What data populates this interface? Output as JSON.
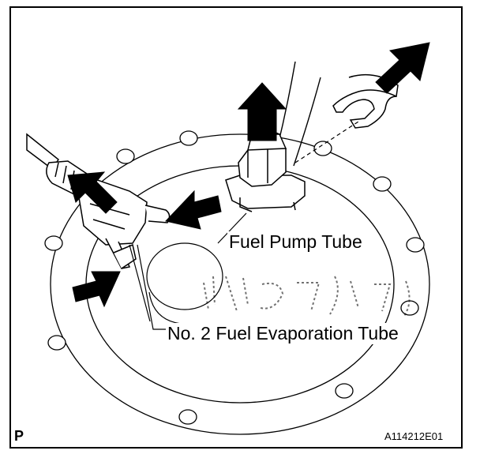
{
  "labels": {
    "fuel_pump_tube": "Fuel Pump Tube",
    "evap_tube": "No. 2 Fuel Evaporation Tube"
  },
  "corner_mark": "P",
  "figure_id": "A114212E01",
  "colors": {
    "ink": "#000000",
    "paper": "#ffffff"
  }
}
